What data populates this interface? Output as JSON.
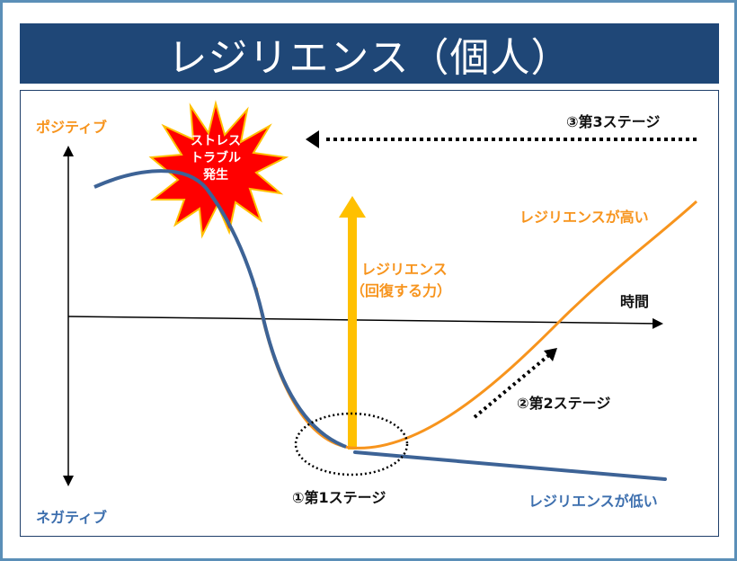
{
  "title": "レジリエンス（個人）",
  "axis": {
    "positive": "ポジティブ",
    "negative": "ネガティブ",
    "time": "時間"
  },
  "burst": {
    "line1": "ストレス",
    "line2": "トラブル",
    "line3": "発生"
  },
  "resilience_arrow": {
    "line1": "レジリエンス",
    "line2": "（回復する力）"
  },
  "stages": {
    "stage1": "①第1ステージ",
    "stage2": "②第2ステージ",
    "stage3": "③第3ステージ"
  },
  "curves": {
    "high": "レジリエンスが高い",
    "low": "レジリエンスが低い"
  },
  "colors": {
    "title_bg": "#1f4777",
    "orange": "#f7941d",
    "blue": "#3d6396",
    "arrow_yellow": "#ffc000",
    "burst_red": "#ff0000"
  }
}
